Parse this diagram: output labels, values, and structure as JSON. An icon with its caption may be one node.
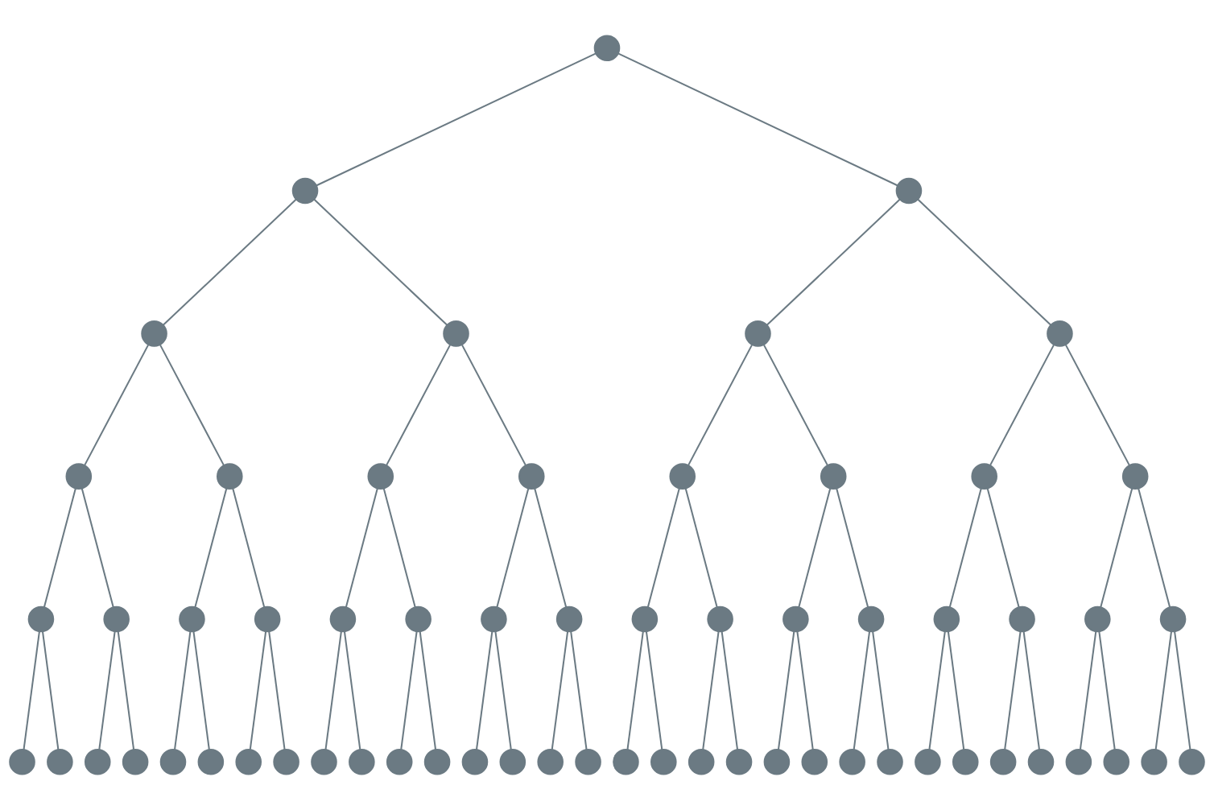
{
  "diagram": {
    "nodes": [
      {
        "text": [],
        "shape": "circle"
      },
      {
        "text": [],
        "shape": "circle"
      },
      {
        "text": [],
        "shape": "circle"
      },
      {
        "text": [],
        "shape": "circle"
      },
      {
        "text": [],
        "shape": "circle"
      },
      {
        "text": [],
        "shape": "circle"
      },
      {
        "text": [],
        "shape": "circle"
      },
      {
        "text": [],
        "shape": "circle"
      },
      {
        "text": [],
        "shape": "circle"
      },
      {
        "text": [],
        "shape": "circle"
      },
      {
        "text": [],
        "shape": "circle"
      },
      {
        "text": [],
        "shape": "circle"
      },
      {
        "text": [],
        "shape": "circle"
      },
      {
        "text": [],
        "shape": "circle"
      },
      {
        "text": [],
        "shape": "circle"
      },
      {
        "text": [],
        "shape": "circle"
      },
      {
        "text": [],
        "shape": "circle"
      },
      {
        "text": [],
        "shape": "circle"
      },
      {
        "text": [],
        "shape": "circle"
      },
      {
        "text": [],
        "shape": "circle"
      },
      {
        "text": [],
        "shape": "circle"
      },
      {
        "text": [],
        "shape": "circle"
      },
      {
        "text": [],
        "shape": "circle"
      },
      {
        "text": [],
        "shape": "circle"
      },
      {
        "text": [],
        "shape": "circle"
      },
      {
        "text": [],
        "shape": "circle"
      },
      {
        "text": [],
        "shape": "circle"
      },
      {
        "text": [],
        "shape": "circle"
      },
      {
        "text": [],
        "shape": "circle"
      },
      {
        "text": [],
        "shape": "circle"
      },
      {
        "text": [],
        "shape": "circle"
      },
      {
        "text": [],
        "shape": "circle"
      },
      {
        "text": [],
        "shape": "circle"
      },
      {
        "text": [],
        "shape": "circle"
      },
      {
        "text": [],
        "shape": "circle"
      },
      {
        "text": [],
        "shape": "circle"
      },
      {
        "text": [],
        "shape": "circle"
      },
      {
        "text": [],
        "shape": "circle"
      },
      {
        "text": [],
        "shape": "circle"
      },
      {
        "text": [],
        "shape": "circle"
      },
      {
        "text": [],
        "shape": "circle"
      },
      {
        "text": [],
        "shape": "circle"
      },
      {
        "text": [],
        "shape": "circle"
      },
      {
        "text": [],
        "shape": "circle"
      },
      {
        "text": [],
        "shape": "circle"
      },
      {
        "text": [],
        "shape": "circle"
      },
      {
        "text": [],
        "shape": "circle"
      },
      {
        "text": [],
        "shape": "circle"
      },
      {
        "text": [],
        "shape": "circle"
      },
      {
        "text": [],
        "shape": "circle"
      },
      {
        "text": [],
        "shape": "circle"
      },
      {
        "text": [],
        "shape": "circle"
      },
      {
        "text": [],
        "shape": "circle"
      },
      {
        "text": [],
        "shape": "circle"
      },
      {
        "text": [],
        "shape": "circle"
      },
      {
        "text": [],
        "shape": "circle"
      },
      {
        "text": [],
        "shape": "circle"
      },
      {
        "text": [],
        "shape": "circle"
      },
      {
        "text": [],
        "shape": "circle"
      },
      {
        "text": [],
        "shape": "circle"
      },
      {
        "text": [],
        "shape": "circle"
      },
      {
        "text": [],
        "shape": "circle"
      },
      {
        "text": [],
        "shape": "circle"
      }
    ],
    "edges": [
      {
        "from": 0,
        "to": 1,
        "arrow": "none"
      },
      {
        "from": 0,
        "to": 2,
        "arrow": "none"
      },
      {
        "from": 1,
        "to": 3,
        "arrow": "none"
      },
      {
        "from": 1,
        "to": 4,
        "arrow": "none"
      },
      {
        "from": 2,
        "to": 5,
        "arrow": "none"
      },
      {
        "from": 2,
        "to": 6,
        "arrow": "none"
      },
      {
        "from": 3,
        "to": 7,
        "arrow": "none"
      },
      {
        "from": 3,
        "to": 8,
        "arrow": "none"
      },
      {
        "from": 4,
        "to": 9,
        "arrow": "none"
      },
      {
        "from": 4,
        "to": 10,
        "arrow": "none"
      },
      {
        "from": 5,
        "to": 11,
        "arrow": "none"
      },
      {
        "from": 5,
        "to": 12,
        "arrow": "none"
      },
      {
        "from": 6,
        "to": 13,
        "arrow": "none"
      },
      {
        "from": 6,
        "to": 14,
        "arrow": "none"
      },
      {
        "from": 7,
        "to": 15,
        "arrow": "none"
      },
      {
        "from": 7,
        "to": 16,
        "arrow": "none"
      },
      {
        "from": 8,
        "to": 17,
        "arrow": "none"
      },
      {
        "from": 8,
        "to": 18,
        "arrow": "none"
      },
      {
        "from": 9,
        "to": 19,
        "arrow": "none"
      },
      {
        "from": 9,
        "to": 20,
        "arrow": "none"
      },
      {
        "from": 10,
        "to": 21,
        "arrow": "none"
      },
      {
        "from": 10,
        "to": 22,
        "arrow": "none"
      },
      {
        "from": 11,
        "to": 23,
        "arrow": "none"
      },
      {
        "from": 11,
        "to": 24,
        "arrow": "none"
      },
      {
        "from": 12,
        "to": 25,
        "arrow": "none"
      },
      {
        "from": 12,
        "to": 26,
        "arrow": "none"
      },
      {
        "from": 13,
        "to": 27,
        "arrow": "none"
      },
      {
        "from": 13,
        "to": 28,
        "arrow": "none"
      },
      {
        "from": 14,
        "to": 29,
        "arrow": "none"
      },
      {
        "from": 14,
        "to": 30,
        "arrow": "none"
      },
      {
        "from": 15,
        "to": 31,
        "arrow": "none"
      },
      {
        "from": 15,
        "to": 32,
        "arrow": "none"
      },
      {
        "from": 16,
        "to": 33,
        "arrow": "none"
      },
      {
        "from": 16,
        "to": 34,
        "arrow": "none"
      },
      {
        "from": 17,
        "to": 35,
        "arrow": "none"
      },
      {
        "from": 17,
        "to": 36,
        "arrow": "none"
      },
      {
        "from": 18,
        "to": 37,
        "arrow": "none"
      },
      {
        "from": 18,
        "to": 38,
        "arrow": "none"
      },
      {
        "from": 19,
        "to": 39,
        "arrow": "none"
      },
      {
        "from": 19,
        "to": 40,
        "arrow": "none"
      },
      {
        "from": 20,
        "to": 41,
        "arrow": "none"
      },
      {
        "from": 20,
        "to": 42,
        "arrow": "none"
      },
      {
        "from": 21,
        "to": 43,
        "arrow": "none"
      },
      {
        "from": 21,
        "to": 44,
        "arrow": "none"
      },
      {
        "from": 22,
        "to": 45,
        "arrow": "none"
      },
      {
        "from": 22,
        "to": 46,
        "arrow": "none"
      },
      {
        "from": 23,
        "to": 47,
        "arrow": "none"
      },
      {
        "from": 23,
        "to": 48,
        "arrow": "none"
      },
      {
        "from": 24,
        "to": 49,
        "arrow": "none"
      },
      {
        "from": 24,
        "to": 50,
        "arrow": "none"
      },
      {
        "from": 25,
        "to": 51,
        "arrow": "none"
      },
      {
        "from": 25,
        "to": 52,
        "arrow": "none"
      },
      {
        "from": 26,
        "to": 53,
        "arrow": "none"
      },
      {
        "from": 26,
        "to": 54,
        "arrow": "none"
      },
      {
        "from": 27,
        "to": 55,
        "arrow": "none"
      },
      {
        "from": 27,
        "to": 56,
        "arrow": "none"
      },
      {
        "from": 28,
        "to": 57,
        "arrow": "none"
      },
      {
        "from": 28,
        "to": 58,
        "arrow": "none"
      },
      {
        "from": 29,
        "to": 59,
        "arrow": "none"
      },
      {
        "from": 29,
        "to": 60,
        "arrow": "none"
      },
      {
        "from": 30,
        "to": 61,
        "arrow": "none"
      },
      {
        "from": 30,
        "to": 62,
        "arrow": "none"
      }
    ]
  }
}
